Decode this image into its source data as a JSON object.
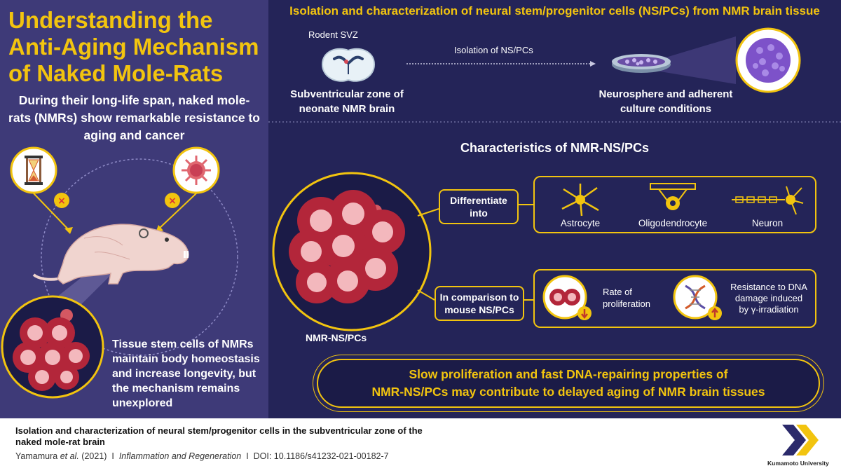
{
  "left": {
    "title_lines": [
      "Understanding the",
      "Anti-Aging Mechanism",
      "of Naked Mole-Rats"
    ],
    "intro": "During their long-life span, naked mole-rats (NMRs) show remarkable resistance to aging and cancer",
    "tissue_text": "Tissue stem cells of NMRs maintain body homeostasis and increase longevity, but the mechanism remains unexplored"
  },
  "right": {
    "header": "Isolation and characterization of neural stem/progenitor cells (NS/PCs) from NMR brain tissue",
    "rodent_svz": "Rodent SVZ",
    "svz_caption_lines": [
      "Subventricular zone of",
      "neonate NMR brain"
    ],
    "isolation_label": "Isolation of NS/PCs",
    "culture_caption_lines": [
      "Neurosphere and adherent",
      "culture conditions"
    ],
    "characteristics_title": "Characteristics of NMR-NS/PCs",
    "differentiate_lines": [
      "Differentiate",
      "into"
    ],
    "cell_types": [
      "Astrocyte",
      "Oligodendrocyte",
      "Neuron"
    ],
    "comparison_lines": [
      "In comparison to",
      "mouse NS/PCs"
    ],
    "proliferation_lines": [
      "Rate of",
      "proliferation"
    ],
    "resistance_lines": [
      "Resistance to DNA",
      "damage induced",
      "by γ-irradiation"
    ],
    "nsp_label": "NMR-NS/PCs",
    "conclusion_lines": [
      "Slow proliferation and fast DNA-repairing properties of",
      "NMR-NS/PCs may contribute to delayed aging of NMR brain tissues"
    ]
  },
  "footer": {
    "title": "Isolation and characterization of neural stem/progenitor cells in the subventricular zone of the naked mole-rat brain",
    "authors": "Yamamura",
    "et_al": "et al.",
    "year": "(2021)",
    "sep": "I",
    "journal": "Inflammation and Regeneration",
    "doi": "DOI: 10.1186/s41232-021-00182-7",
    "university": "Kumamoto University"
  },
  "colors": {
    "accent": "#f2c40f",
    "left_bg": "#3e3a78",
    "right_bg": "#242458",
    "cell_red": "#b3263a"
  }
}
